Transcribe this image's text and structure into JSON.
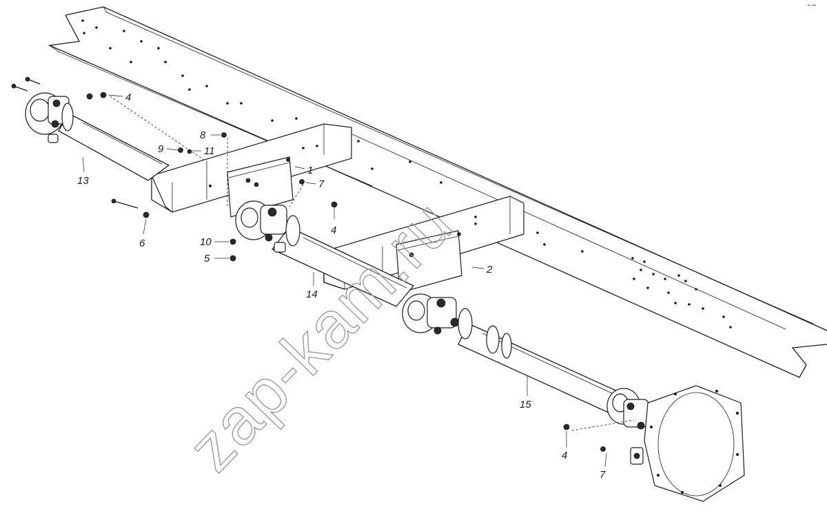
{
  "watermark": "zap-kam.ru",
  "corner_mark": "•• •••",
  "callouts": {
    "c1": "1",
    "c2": "2",
    "c4a": "4",
    "c4b": "4",
    "c4c": "4",
    "c5": "5",
    "c6": "6",
    "c7a": "7",
    "c7b": "7",
    "c8": "8",
    "c9": "9",
    "c10": "10",
    "c11": "11",
    "c13": "13",
    "c14": "14",
    "c15": "15"
  }
}
